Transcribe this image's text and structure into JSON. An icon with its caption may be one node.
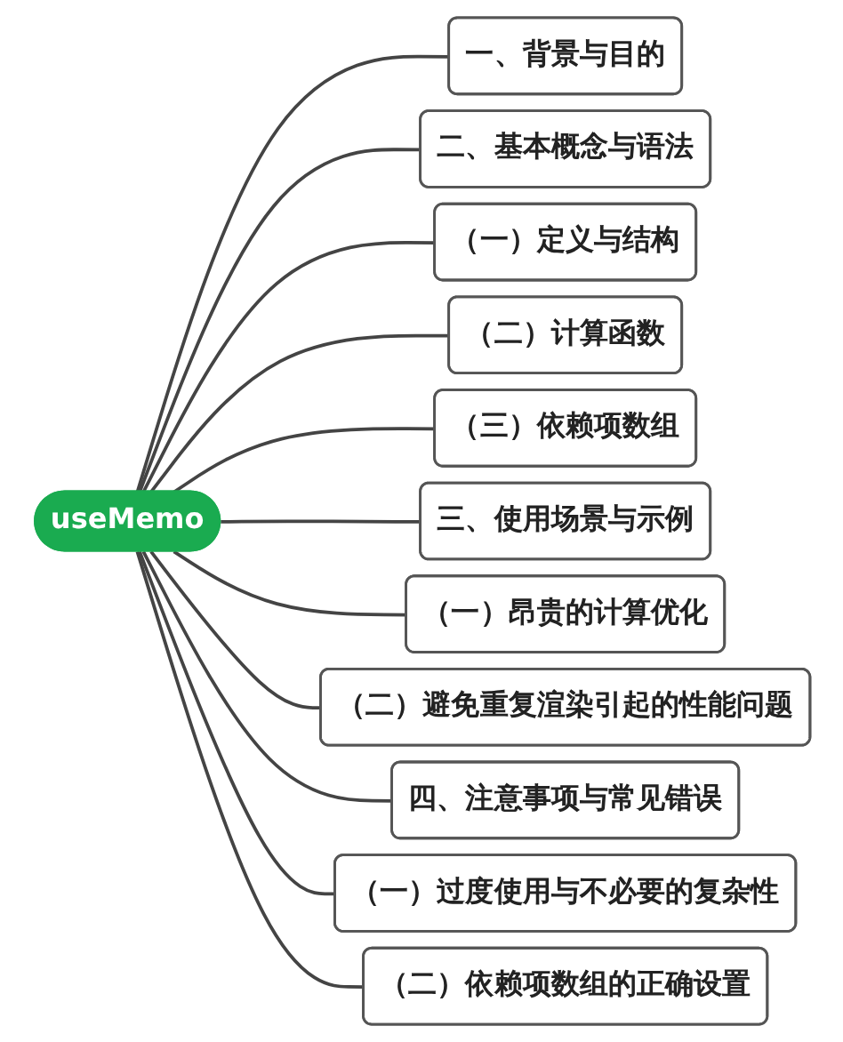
{
  "diagram": {
    "nodes": [
      {
        "text": [
          "useMemo"
        ]
      },
      {
        "text": [
          "一、背景与目的"
        ]
      },
      {
        "text": [
          "二、基本概念与语法"
        ]
      },
      {
        "text": [
          "（一）定义与结构"
        ]
      },
      {
        "text": [
          "（二）计算函数"
        ]
      },
      {
        "text": [
          "（三）依赖项数组"
        ]
      },
      {
        "text": [
          "三、使用场景与示例"
        ]
      },
      {
        "text": [
          "（一）昂贵的计算优化"
        ]
      },
      {
        "text": [
          "（二）避免重复渲染引起的性能问题"
        ]
      },
      {
        "text": [
          "四、注意事项与常见错误"
        ]
      },
      {
        "text": [
          "（一）过度使用与不必要的复杂性"
        ]
      },
      {
        "text": [
          "（二）依赖项数组的正确设置"
        ]
      }
    ],
    "edges": [
      {
        "from": 0,
        "to": 1,
        "arrow": "none"
      },
      {
        "from": 0,
        "to": 2,
        "arrow": "none"
      },
      {
        "from": 0,
        "to": 3,
        "arrow": "none"
      },
      {
        "from": 0,
        "to": 4,
        "arrow": "none"
      },
      {
        "from": 0,
        "to": 5,
        "arrow": "none"
      },
      {
        "from": 0,
        "to": 6,
        "arrow": "none"
      },
      {
        "from": 0,
        "to": 7,
        "arrow": "none"
      },
      {
        "from": 0,
        "to": 8,
        "arrow": "none"
      },
      {
        "from": 0,
        "to": 9,
        "arrow": "none"
      },
      {
        "from": 0,
        "to": 10,
        "arrow": "none"
      },
      {
        "from": 0,
        "to": 11,
        "arrow": "none"
      }
    ]
  }
}
